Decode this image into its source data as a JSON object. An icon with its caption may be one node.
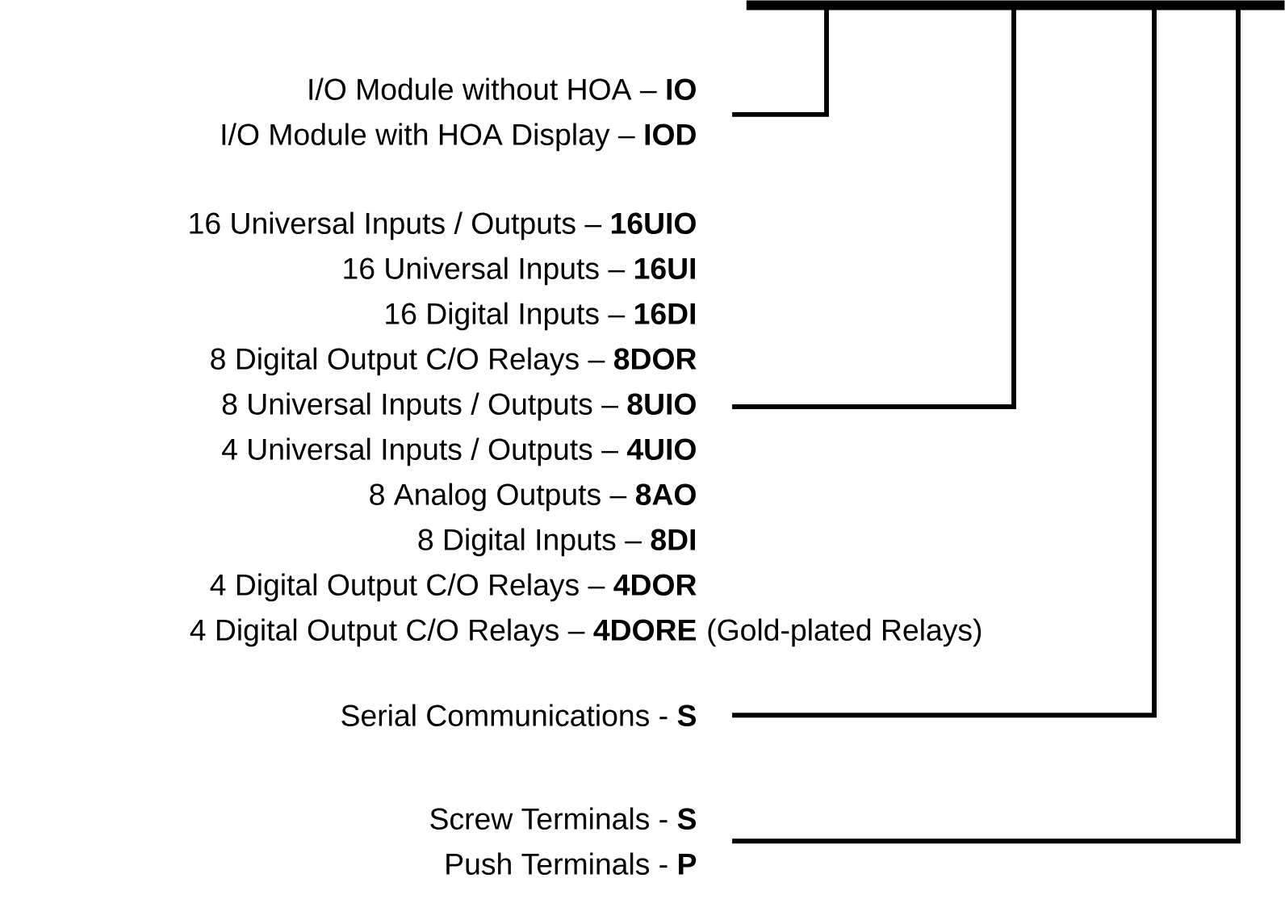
{
  "diagram": {
    "nodes": [
      {
        "text": [
          "I/O Module without HOA – **IO**",
          "I/O Module with HOA Display – **IOD**"
        ]
      },
      {
        "text": [
          "16 Universal Inputs / Outputs – **16UIO**",
          "16 Universal Inputs – **16UI**",
          "16 Digital Inputs – **16DI**",
          "8 Digital Output C/O Relays – **8DOR**",
          "8 Universal Inputs / Outputs – **8UIO**",
          "4 Universal Inputs / Outputs – **4UIO**",
          "8 Analog Outputs – **8AO**",
          "8 Digital Inputs – **8DI**",
          "4 Digital Output C/O Relays – **4DOR**",
          "4 Digital Output C/O Relays – **4DORE**"
        ],
        "beside": [
          "(Gold-plated Relays)"
        ]
      },
      {
        "text": [
          "Serial Communications - **S**"
        ]
      },
      {
        "text": [
          "Screw Terminals - **S**",
          "Push Terminals - **P**"
        ]
      },
      {
        "text": [],
        "shape": "bar"
      }
    ],
    "edges": [
      {
        "from": 0,
        "to": 4,
        "arrow": "none"
      },
      {
        "from": 1,
        "to": 4,
        "arrow": "none"
      },
      {
        "from": 2,
        "to": 4,
        "arrow": "none"
      },
      {
        "from": 3,
        "to": 4,
        "arrow": "none"
      }
    ]
  }
}
